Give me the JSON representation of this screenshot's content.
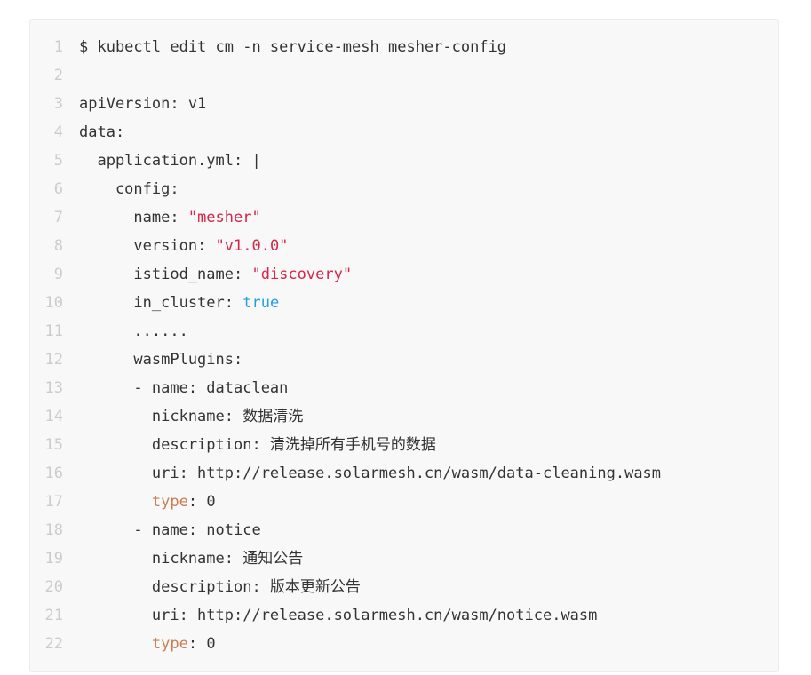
{
  "code_block": {
    "background": "#f8f8f8",
    "border_color": "#ececec",
    "colors": {
      "line_number": "#cccccc",
      "plain": "#333333",
      "string": "#d6244a",
      "boolean": "#25a0dc",
      "keyword": "#c87d4f"
    },
    "lines": [
      {
        "num": "1",
        "segments": [
          {
            "text": "$ kubectl edit cm -n service-mesh mesher-config",
            "style": "plain"
          }
        ]
      },
      {
        "num": "2",
        "segments": []
      },
      {
        "num": "3",
        "segments": [
          {
            "text": "apiVersion: v1",
            "style": "plain"
          }
        ]
      },
      {
        "num": "4",
        "segments": [
          {
            "text": "data:",
            "style": "plain"
          }
        ]
      },
      {
        "num": "5",
        "segments": [
          {
            "text": "  application.yml: |",
            "style": "plain"
          }
        ]
      },
      {
        "num": "6",
        "segments": [
          {
            "text": "    config:",
            "style": "plain"
          }
        ]
      },
      {
        "num": "7",
        "segments": [
          {
            "text": "      name: ",
            "style": "plain"
          },
          {
            "text": "\"mesher\"",
            "style": "string"
          }
        ]
      },
      {
        "num": "8",
        "segments": [
          {
            "text": "      version: ",
            "style": "plain"
          },
          {
            "text": "\"v1.0.0\"",
            "style": "string"
          }
        ]
      },
      {
        "num": "9",
        "segments": [
          {
            "text": "      istiod_name: ",
            "style": "plain"
          },
          {
            "text": "\"discovery\"",
            "style": "string"
          }
        ]
      },
      {
        "num": "10",
        "segments": [
          {
            "text": "      in_cluster: ",
            "style": "plain"
          },
          {
            "text": "true",
            "style": "boolean"
          }
        ]
      },
      {
        "num": "11",
        "segments": [
          {
            "text": "      ......",
            "style": "plain"
          }
        ]
      },
      {
        "num": "12",
        "segments": [
          {
            "text": "      wasmPlugins:",
            "style": "plain"
          }
        ]
      },
      {
        "num": "13",
        "segments": [
          {
            "text": "      - name: dataclean",
            "style": "plain"
          }
        ]
      },
      {
        "num": "14",
        "segments": [
          {
            "text": "        nickname: 数据清洗",
            "style": "plain"
          }
        ]
      },
      {
        "num": "15",
        "segments": [
          {
            "text": "        description: 清洗掉所有手机号的数据",
            "style": "plain"
          }
        ]
      },
      {
        "num": "16",
        "segments": [
          {
            "text": "        uri: http://release.solarmesh.cn/wasm/data-cleaning.wasm",
            "style": "plain"
          }
        ]
      },
      {
        "num": "17",
        "segments": [
          {
            "text": "        ",
            "style": "plain"
          },
          {
            "text": "type",
            "style": "keyword"
          },
          {
            "text": ": 0",
            "style": "plain"
          }
        ]
      },
      {
        "num": "18",
        "segments": [
          {
            "text": "      - name: notice",
            "style": "plain"
          }
        ]
      },
      {
        "num": "19",
        "segments": [
          {
            "text": "        nickname: 通知公告",
            "style": "plain"
          }
        ]
      },
      {
        "num": "20",
        "segments": [
          {
            "text": "        description: 版本更新公告",
            "style": "plain"
          }
        ]
      },
      {
        "num": "21",
        "segments": [
          {
            "text": "        uri: http://release.solarmesh.cn/wasm/notice.wasm",
            "style": "plain"
          }
        ]
      },
      {
        "num": "22",
        "segments": [
          {
            "text": "        ",
            "style": "plain"
          },
          {
            "text": "type",
            "style": "keyword"
          },
          {
            "text": ": 0",
            "style": "plain"
          }
        ]
      }
    ]
  }
}
